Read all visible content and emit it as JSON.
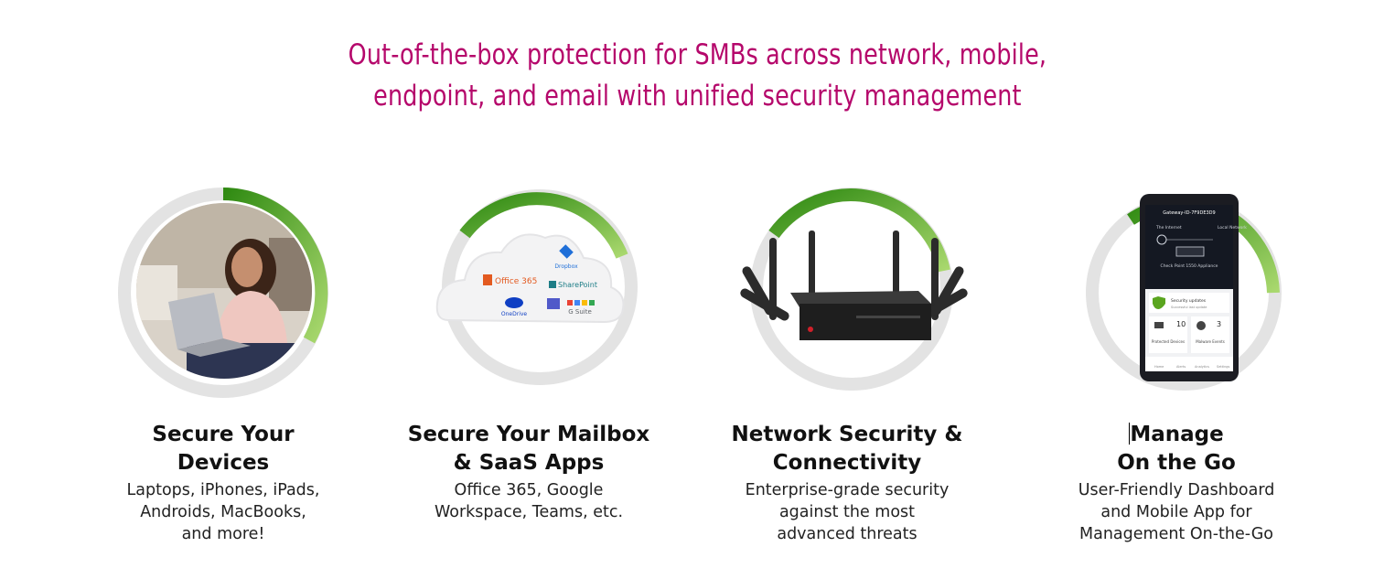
{
  "headline": {
    "line1": "Out-of-the-box protection for SMBs across network, mobile,",
    "line2": "endpoint, and email with unified security management"
  },
  "colors": {
    "headline": "#b5076b",
    "ring_green": "#5aa51f",
    "ring_gray": "#e2e2e2"
  },
  "cards": [
    {
      "title_line1": "Secure Your",
      "title_line2": "Devices",
      "desc": [
        "Laptops, iPhones, iPads,",
        "Androids, MacBooks,",
        "and more!"
      ],
      "image": "woman-with-laptop-photo"
    },
    {
      "title_line1": "Secure Your Mailbox",
      "title_line2": "& SaaS Apps",
      "desc": [
        "Office 365, Google",
        "Workspace, Teams, etc."
      ],
      "image": "saas-cloud-logos",
      "logos": {
        "dropbox": "Dropbox",
        "office": "Office 365",
        "sharepoint": "SharePoint",
        "onedrive": "OneDrive",
        "gsuite": "G Suite"
      }
    },
    {
      "title_line1": "Network Security &",
      "title_line2": "Connectivity",
      "desc": [
        "Enterprise-grade security",
        "against the most",
        "advanced threats"
      ],
      "image": "security-gateway-router"
    },
    {
      "title_line1": "Manage",
      "title_line2": "On the Go",
      "desc": [
        "User-Friendly Dashboard",
        "and Mobile App for",
        "Management On-the-Go"
      ],
      "image": "mobile-app-phone",
      "phone": {
        "header": "Gateway-ID-7F9DE3D9",
        "internet": "The Internet",
        "local": "Local Network",
        "appliance": "Check Point 1550 Appliance",
        "status_title": "Security updates",
        "status_sub": "Successful last update",
        "devices_count": "10",
        "devices_label": "Protected Devices",
        "events_count": "3",
        "events_label": "Malware Events",
        "tabs": [
          "Home",
          "Alerts",
          "Analytics",
          "Settings"
        ]
      }
    }
  ]
}
